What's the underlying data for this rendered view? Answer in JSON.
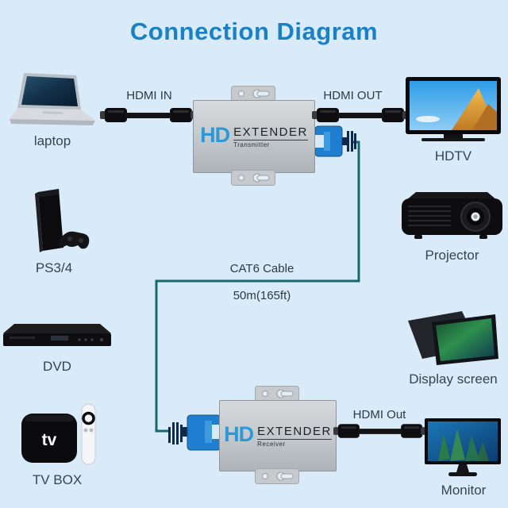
{
  "title": "Connection Diagram",
  "devices": {
    "laptop": {
      "label": "laptop"
    },
    "ps": {
      "label": "PS3/4"
    },
    "dvd": {
      "label": "DVD"
    },
    "tvbox": {
      "label": "TV BOX",
      "badge": "tv"
    },
    "hdtv": {
      "label": "HDTV"
    },
    "projector": {
      "label": "Projector"
    },
    "display_screen": {
      "label": "Display screen"
    },
    "monitor": {
      "label": "Monitor"
    }
  },
  "extenders": {
    "transmitter": {
      "brand": "HD",
      "product": "EXTENDER",
      "role": "Transmitter"
    },
    "receiver": {
      "brand": "HD",
      "product": "EXTENDER",
      "role": "Receiver"
    }
  },
  "labels": {
    "hdmi_in": "HDMI IN",
    "hdmi_out": "HDMI OUT",
    "cat6_cable": "CAT6 Cable",
    "cable_length": "50m(165ft)",
    "hdmi_out_receiver": "HDMI Out"
  },
  "colors": {
    "background": "#d9ebf8",
    "title": "#1b80c4",
    "cat6_line": "#17686d",
    "hd_logo": "#2b99d8",
    "rj45_blue": "#1e7fd0"
  }
}
